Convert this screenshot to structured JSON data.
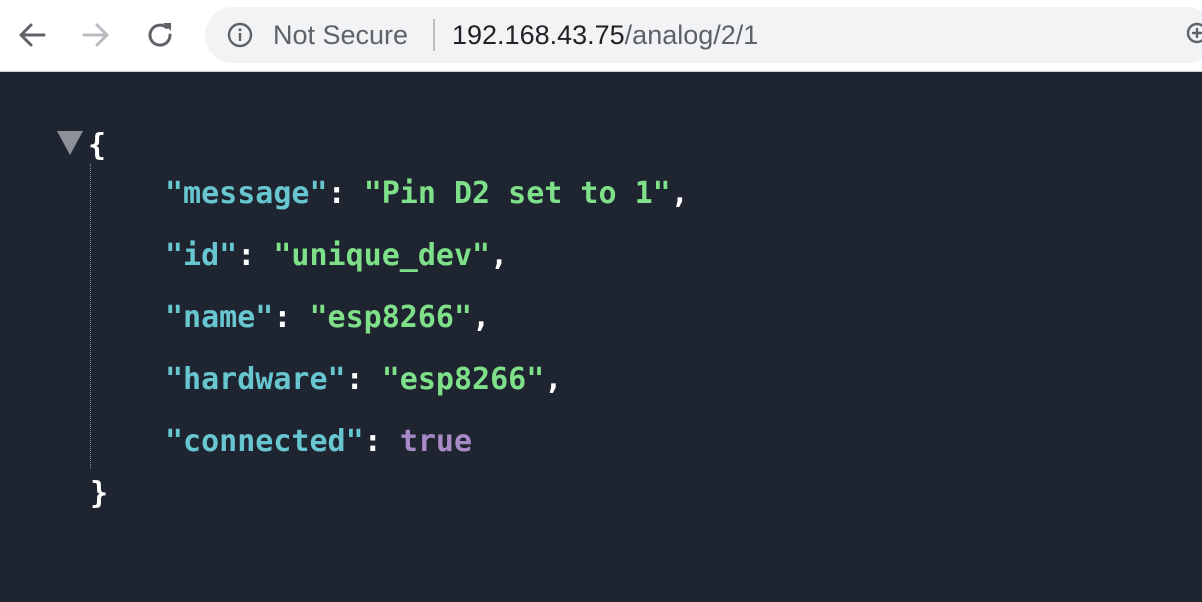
{
  "browser": {
    "security_label": "Not Secure",
    "url_host": "192.168.43.75",
    "url_path": "/analog/2/1",
    "icons": {
      "back": "arrow-left-icon",
      "forward": "arrow-right-icon",
      "reload": "reload-icon",
      "info": "info-icon",
      "zoom": "zoom-icon"
    }
  },
  "json_viewer": {
    "open_brace": "{",
    "close_brace": "}",
    "colors": {
      "background": "#1f2530",
      "key": "#67c6cf",
      "string": "#7fe08a",
      "boolean": "#a98ac9",
      "punctuation": "#ffffff"
    },
    "entries": [
      {
        "key": "\"message\"",
        "value": "\"Pin D2 set to 1\"",
        "trail": ","
      },
      {
        "key": "\"id\"",
        "value": "\"unique_dev\"",
        "trail": ","
      },
      {
        "key": "\"name\"",
        "value": "\"esp8266\"",
        "trail": ","
      },
      {
        "key": "\"hardware\"",
        "value": "\"esp8266\"",
        "trail": ","
      },
      {
        "key": "\"connected\"",
        "value": "true",
        "trail": ""
      }
    ]
  }
}
